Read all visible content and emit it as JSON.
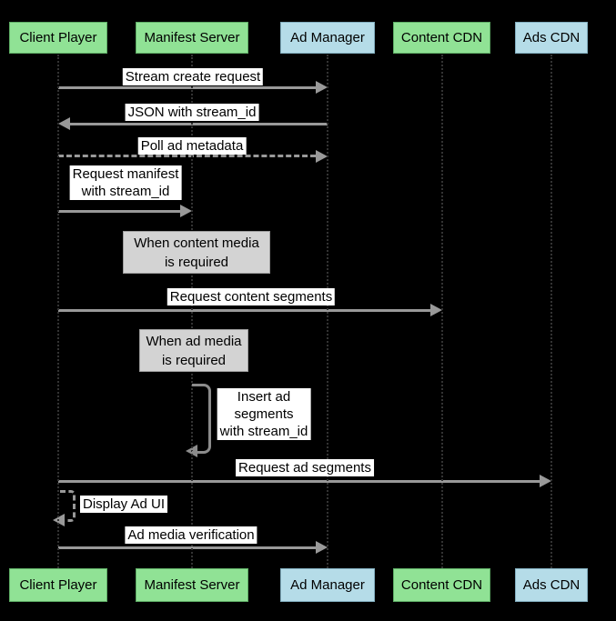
{
  "actors": [
    {
      "label": "Client Player",
      "color": "green"
    },
    {
      "label": "Manifest Server",
      "color": "green"
    },
    {
      "label": "Ad Manager",
      "color": "blue"
    },
    {
      "label": "Content CDN",
      "color": "green"
    },
    {
      "label": "Ads CDN",
      "color": "blue"
    }
  ],
  "messages": [
    {
      "label": "Stream create request",
      "from": "Client Player",
      "to": "Ad Manager",
      "style": "solid"
    },
    {
      "label": "JSON with stream_id",
      "from": "Ad Manager",
      "to": "Client Player",
      "style": "solid"
    },
    {
      "label": "Poll ad metadata",
      "from": "Client Player",
      "to": "Ad Manager",
      "style": "dashed"
    },
    {
      "lines": [
        "Request manifest",
        "with stream_id"
      ],
      "from": "Client Player",
      "to": "Manifest Server",
      "style": "solid"
    },
    {
      "label": "Request content segments",
      "from": "Client Player",
      "to": "Content CDN",
      "style": "solid"
    },
    {
      "lines": [
        "Insert ad",
        "segments",
        "with stream_id"
      ],
      "from": "Manifest Server",
      "to": "Manifest Server",
      "style": "self-loop"
    },
    {
      "label": "Request ad segments",
      "from": "Client Player",
      "to": "Ads CDN",
      "style": "solid"
    },
    {
      "label": "Display Ad UI",
      "from": "Client Player",
      "to": "Client Player",
      "style": "self-loop-dashed"
    },
    {
      "label": "Ad media verification",
      "from": "Client Player",
      "to": "Ad Manager",
      "style": "solid"
    }
  ],
  "notes": [
    {
      "lines": [
        "When content media",
        "is required"
      ]
    },
    {
      "lines": [
        "When ad media",
        "is required"
      ]
    }
  ],
  "colors": {
    "background": "#000000",
    "actor_green": "#90e295",
    "actor_green_border": "#5fae66",
    "actor_blue": "#b5dce8",
    "actor_blue_border": "#82aebf",
    "arrow": "#999999",
    "note_bg": "#d3d3d3",
    "note_border": "#9e9e9e",
    "label_bg": "#ffffff",
    "text": "#000000"
  }
}
